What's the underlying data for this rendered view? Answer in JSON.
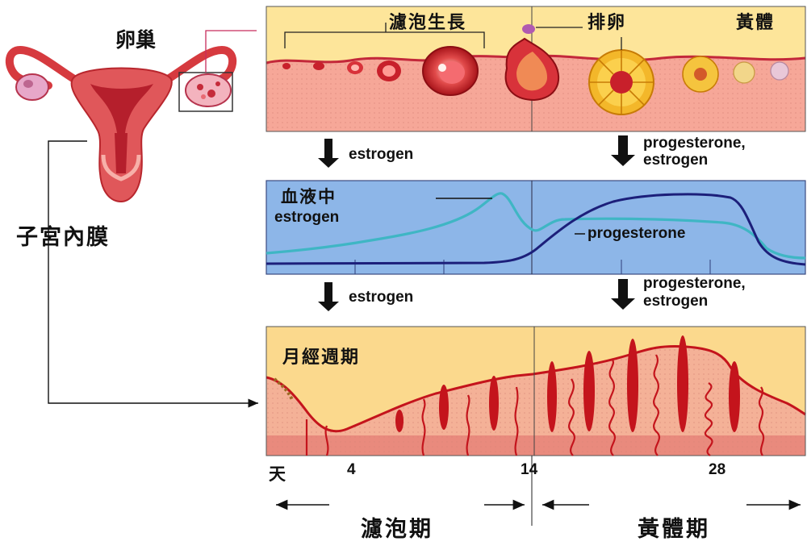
{
  "labels": {
    "ovary": "卵巢",
    "endometrium": "子宮內膜",
    "follicle_growth": "濾泡生長",
    "ovulation": "排卵",
    "corpus_luteum": "黃體",
    "blood_level": "血液中",
    "blood_estrogen": "estrogen",
    "progesterone_curve": "progesterone",
    "menstrual_cycle": "月經週期",
    "day_unit": "天",
    "follicular_phase": "濾泡期",
    "luteal_phase": "黃體期"
  },
  "arrows": {
    "top_left": [
      "estrogen"
    ],
    "top_right": [
      "progesterone,",
      "estrogen"
    ],
    "mid_left": [
      "estrogen"
    ],
    "mid_right": [
      "progesterone,",
      "estrogen"
    ]
  },
  "day_ticks": [
    "4",
    "14",
    "28"
  ],
  "colors": {
    "ovary_band": "#fde59a",
    "ovary_tissue": "#f6a798",
    "blood_panel": "#8db6e8",
    "estrogen_curve": "#3fb6c4",
    "progesterone_curve": "#1c1f7a",
    "endometrium_band": "#fbd98d",
    "endometrium_tissue": "#f4b197",
    "vessel": "#c4141c"
  }
}
